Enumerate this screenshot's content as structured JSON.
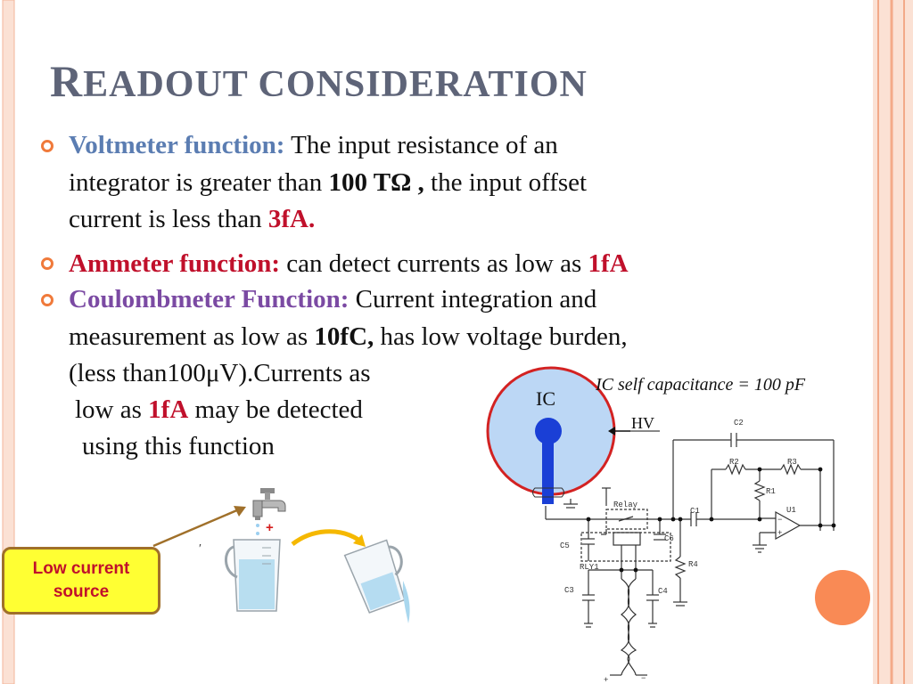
{
  "slide": {
    "title_first": "R",
    "title_rest": "EADOUT CONSIDERATION"
  },
  "bullets": {
    "voltmeter": {
      "label": "Voltmeter function:",
      "l1": " The input resistance of an",
      "l2a": "integrator is  greater than ",
      "l2b": "100 TΩ ,",
      "l2c": " the input offset",
      "l3a": "current is less than ",
      "l3b": "3fA."
    },
    "ammeter": {
      "label": "Ammeter function:",
      "text": " can detect currents as low as ",
      "value": "1fA"
    },
    "coulomb": {
      "label": "Coulombmeter Function:",
      "l1": " Current integration and",
      "l2a": "measurement as low as ",
      "l2b": "10fC,",
      "l2c": " has low voltage burden,",
      "l3": "(less than100μV).Currents as",
      "l4a": "low as ",
      "l4b": "1fA",
      "l4c": "  may be detected",
      "l5": "using this function"
    }
  },
  "diagram": {
    "ic_label": "IC",
    "hv_label": "HV",
    "capacitance_note": "IC self capacitance = 100 pF",
    "relay_label": "Relay",
    "rly_label": "RLY1",
    "components": [
      "C2",
      "R2",
      "R3",
      "R1",
      "U1",
      "C1",
      "C5",
      "C6",
      "R4",
      "C3",
      "C4"
    ],
    "plus": "+",
    "minus": "−",
    "plus2": "+",
    "minus2": "−"
  },
  "illustration": {
    "callout": "Low current source",
    "plus_sign": "+",
    "tick": "′"
  },
  "colors": {
    "title": "#5e6478",
    "bullet": "#f07a3b",
    "accent_red": "#c0102b",
    "accent_blue": "#5b7db2",
    "accent_purple": "#7b4aa3",
    "ic_fill": "#bcd7f5",
    "ic_border": "#d32222",
    "probe": "#1a3fd6",
    "orange_circle": "#f98a55",
    "callout_fill": "#ffff33"
  }
}
